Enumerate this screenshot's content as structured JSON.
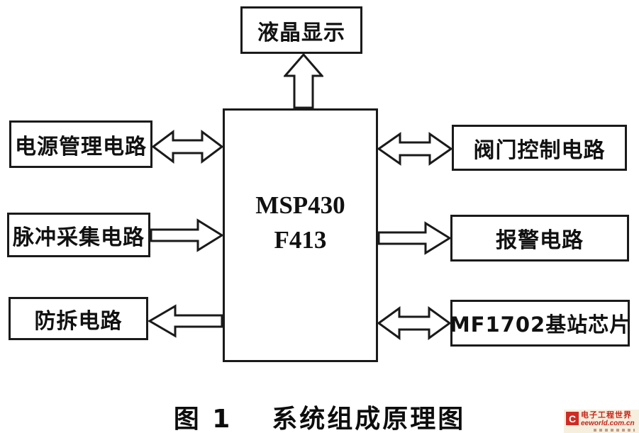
{
  "diagram": {
    "top_box": {
      "label": "液晶显示"
    },
    "center_box": {
      "line1": "MSP430",
      "line2": "F413"
    },
    "left_boxes": [
      {
        "label": "电源管理电路",
        "arrow": "bidirectional"
      },
      {
        "label": "脉冲采集电路",
        "arrow": "to-mcu"
      },
      {
        "label": "防拆电路",
        "arrow": "from-mcu"
      }
    ],
    "right_boxes": [
      {
        "label": "阀门控制电路",
        "arrow": "bidirectional"
      },
      {
        "label": "报警电路",
        "arrow": "from-mcu"
      },
      {
        "label": "MF1702基站芯片",
        "arrow": "bidirectional"
      }
    ],
    "top_arrow": "mcu-to-display"
  },
  "caption": {
    "figure_label": "图 1",
    "title": "系统组成原理图"
  },
  "watermark": {
    "icon_letter": "C",
    "site_name": "电子工程世界",
    "site_url": "eeworld.com.cn"
  },
  "colors": {
    "line": "#1a1a1a",
    "background": "#ffffff",
    "logo_red": "#cf2b24"
  }
}
